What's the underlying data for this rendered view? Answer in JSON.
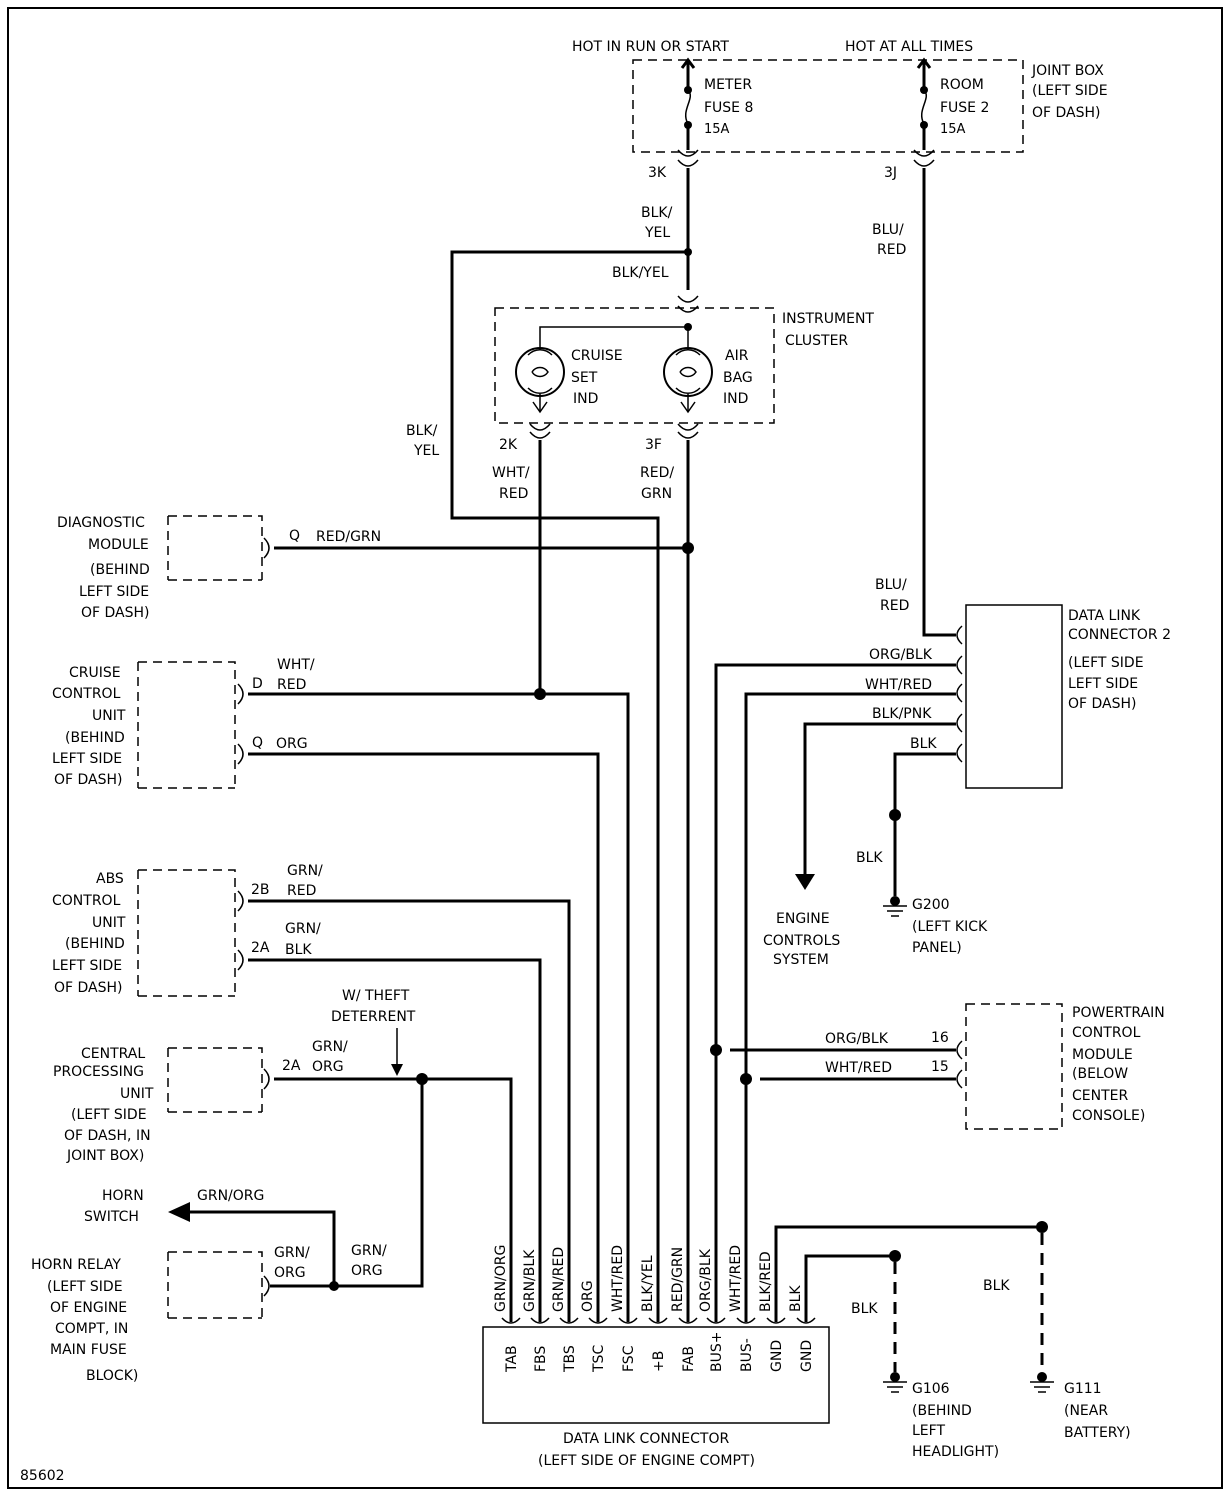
{
  "header": {
    "hot_run_start": "HOT IN RUN OR START",
    "hot_all_times": "HOT AT ALL TIMES"
  },
  "joint_box": {
    "label": [
      "JOINT BOX",
      "(LEFT SIDE",
      "OF DASH)"
    ],
    "meter_fuse": [
      "METER",
      "FUSE 8",
      "15A"
    ],
    "room_fuse": [
      "ROOM",
      "FUSE 2",
      "15A"
    ],
    "pin_3k": "3K",
    "pin_3j": "3J"
  },
  "wires": {
    "blk_yel_stack": [
      "BLK/",
      "YEL"
    ],
    "blk_yel": "BLK/YEL",
    "blk_yel_left": [
      "BLK/",
      "YEL"
    ],
    "blu_red_top": [
      "BLU/",
      "RED"
    ],
    "blu_red_low": [
      "BLU/",
      "RED"
    ],
    "wht_red_2k": [
      "WHT/",
      "RED"
    ],
    "red_grn_3f": [
      "RED/",
      "GRN"
    ]
  },
  "instrument_cluster": {
    "label": [
      "INSTRUMENT",
      "CLUSTER"
    ],
    "cruise_ind": [
      "CRUISE",
      "SET",
      "IND"
    ],
    "airbag_ind": [
      "AIR",
      "BAG",
      "IND"
    ],
    "pin_2k": "2K",
    "pin_3f": "3F"
  },
  "diagnostic_module": {
    "label": [
      "DIAGNOSTIC",
      "MODULE",
      "(BEHIND",
      "LEFT SIDE",
      "OF DASH)"
    ],
    "pin": "Q",
    "wire": "RED/GRN"
  },
  "cruise_control": {
    "label": [
      "CRUISE",
      "CONTROL",
      "UNIT",
      "(BEHIND",
      "LEFT SIDE",
      "OF DASH)"
    ],
    "pin_d": "D",
    "wire_d": [
      "WHT/",
      "RED"
    ],
    "pin_q": "Q",
    "wire_q": "ORG"
  },
  "abs_control": {
    "label": [
      "ABS",
      "CONTROL",
      "UNIT",
      "(BEHIND",
      "LEFT SIDE",
      "OF DASH)"
    ],
    "pin_2b": "2B",
    "wire_2b": [
      "GRN/",
      "RED"
    ],
    "pin_2a": "2A",
    "wire_2a": [
      "GRN/",
      "BLK"
    ]
  },
  "theft": {
    "note": [
      "W/ THEFT",
      "DETERRENT"
    ]
  },
  "cpu": {
    "label": [
      "CENTRAL",
      "PROCESSING",
      "UNIT",
      "(LEFT SIDE",
      "OF DASH, IN",
      "JOINT BOX)"
    ],
    "pin": "2A",
    "wire": [
      "GRN/",
      "ORG"
    ]
  },
  "horn": {
    "switch_label": [
      "HORN",
      "SWITCH"
    ],
    "switch_wire": "GRN/ORG",
    "relay_label": [
      "HORN RELAY",
      "(LEFT SIDE",
      "OF ENGINE",
      "COMPT, IN",
      "MAIN FUSE",
      "BLOCK)"
    ],
    "relay_wire": [
      "GRN/",
      "ORG"
    ],
    "right_wire": [
      "GRN/",
      "ORG"
    ]
  },
  "dlc2": {
    "label": [
      "DATA LINK",
      "CONNECTOR 2",
      "(LEFT SIDE",
      "LEFT SIDE",
      "OF DASH)"
    ],
    "wire_org_blk": "ORG/BLK",
    "wire_wht_red": "WHT/RED",
    "wire_blk_pnk": "BLK/PNK",
    "wire_blk": "BLK",
    "wire_blk_g200": "BLK"
  },
  "g200": {
    "id": "G200",
    "label": [
      "(LEFT KICK",
      "PANEL)"
    ]
  },
  "engine_controls": {
    "label": [
      "ENGINE",
      "CONTROLS",
      "SYSTEM"
    ]
  },
  "pcm": {
    "label": [
      "POWERTRAIN",
      "CONTROL",
      "MODULE",
      "(BELOW",
      "CENTER",
      "CONSOLE)"
    ],
    "pin_16": "16",
    "wire_16": "ORG/BLK",
    "pin_15": "15",
    "wire_15": "WHT/RED"
  },
  "dlc": {
    "label": [
      "DATA LINK CONNECTOR",
      "(LEFT SIDE OF ENGINE COMPT)"
    ],
    "wires": [
      "GRN/ORG",
      "GRN/BLK",
      "GRN/RED",
      "ORG",
      "WHT/RED",
      "BLK/YEL",
      "RED/GRN",
      "ORG/BLK",
      "WHT/RED",
      "BLK/RED",
      "BLK"
    ],
    "pins": [
      "TAB",
      "FBS",
      "TBS",
      "TSC",
      "FSC",
      "+B",
      "FAB",
      "BUS+",
      "BUS-",
      "GND",
      "GND"
    ]
  },
  "grounds": {
    "blk_g106": "BLK",
    "blk_g111": "BLK",
    "g106": {
      "id": "G106",
      "label": [
        "(BEHIND",
        "LEFT",
        "HEADLIGHT)"
      ]
    },
    "g111": {
      "id": "G111",
      "label": [
        "(NEAR",
        "BATTERY)"
      ]
    }
  },
  "figure_id": "85602"
}
